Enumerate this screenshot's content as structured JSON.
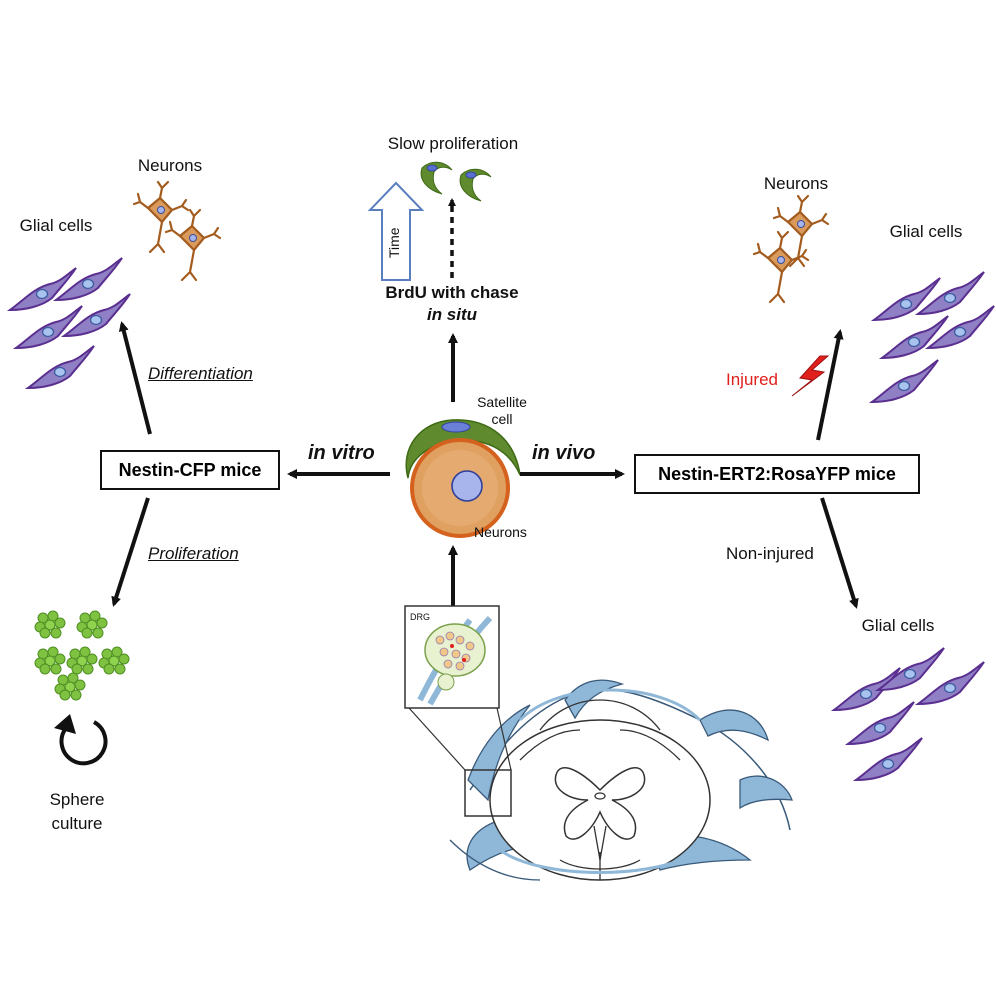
{
  "center": {
    "satellite_label": "Satellite cell",
    "neurons_label": "Neurons",
    "drg_label": "DRG"
  },
  "top": {
    "slow_proliferation": "Slow proliferation",
    "time_label": "Time",
    "brdu_label": "BrdU with chase",
    "in_situ_label": "in situ"
  },
  "left": {
    "box_label": "Nestin-CFP mice",
    "in_vitro_label": "in vitro",
    "differentiation_label": "Differentiation",
    "proliferation_label": "Proliferation",
    "neurons_label": "Neurons",
    "glial_label": "Glial cells",
    "sphere_label_1": "Sphere",
    "sphere_label_2": "culture"
  },
  "right": {
    "box_label": "Nestin-ERT2:RosaYFP mice",
    "in_vivo_label": "in vivo",
    "injured_label": "Injured",
    "non_injured_label": "Non-injured",
    "neurons_label": "Neurons",
    "glial_top_label": "Glial cells",
    "glial_bottom_label": "Glial cells"
  },
  "colors": {
    "glia": "#8f7fc4",
    "glia_outline": "#5a2f8f",
    "neuron": "#c77a34",
    "sphere": "#7fc241",
    "satellite": "#5f8a2e",
    "soma": "#e0a060",
    "nucleus": "#a8b4ec",
    "nerve": "#8fb8d8",
    "injured": "#e0201c"
  }
}
